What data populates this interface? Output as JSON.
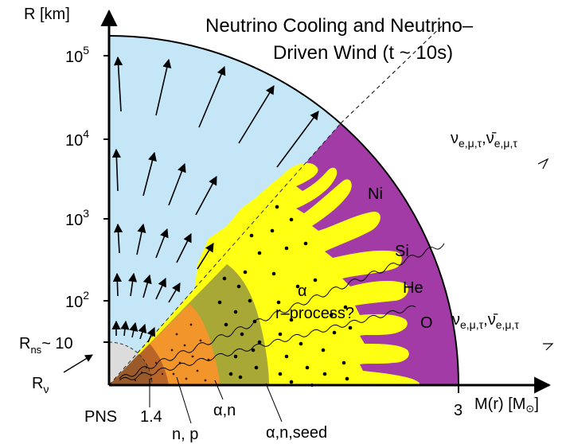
{
  "title": {
    "line1": "Neutrino Cooling and Neutrino–",
    "line2": "Driven Wind  (t ~ 10s)"
  },
  "axes": {
    "y_label": "R [km]",
    "x_label": "M(r) [M",
    "x_label_sun": "⊙",
    "x_label_close": "]",
    "x_tick_3": "3",
    "y_ticks": [
      {
        "base": "10",
        "exp": "5"
      },
      {
        "base": "10",
        "exp": "4"
      },
      {
        "base": "10",
        "exp": "3"
      },
      {
        "base": "10",
        "exp": "2"
      }
    ]
  },
  "labels": {
    "r_ns": "R",
    "r_ns_sub": "ns",
    "r_ns_value": "~ 10",
    "r_nu": "R",
    "r_nu_sub": "ν",
    "pns": "PNS",
    "m14": "1.4",
    "np": "n, p",
    "alpha_n": "α,n",
    "alpha_n_seed": "α,n,seed",
    "alpha": "α",
    "r_process": "r–process?",
    "ni": "Ni",
    "si": "Si",
    "he": "He",
    "o": "O",
    "nu_upper": "νe,μ,τ ,ν̄e,μ,τ",
    "nu_lower": "νe,μ,τ ,ν̄e,μ,τ"
  },
  "neutrino_labels": {
    "nu": "ν",
    "nubar": "ν̄",
    "sub": "e,μ,τ",
    "comma": ","
  },
  "colors": {
    "wind": "#c4e6f7",
    "purple": "#a23ba5",
    "yellow": "#ffff14",
    "olive": "#a8a836",
    "orange": "#f2952a",
    "brown": "#b9652a",
    "pns_gray": "#dcdcdc"
  }
}
